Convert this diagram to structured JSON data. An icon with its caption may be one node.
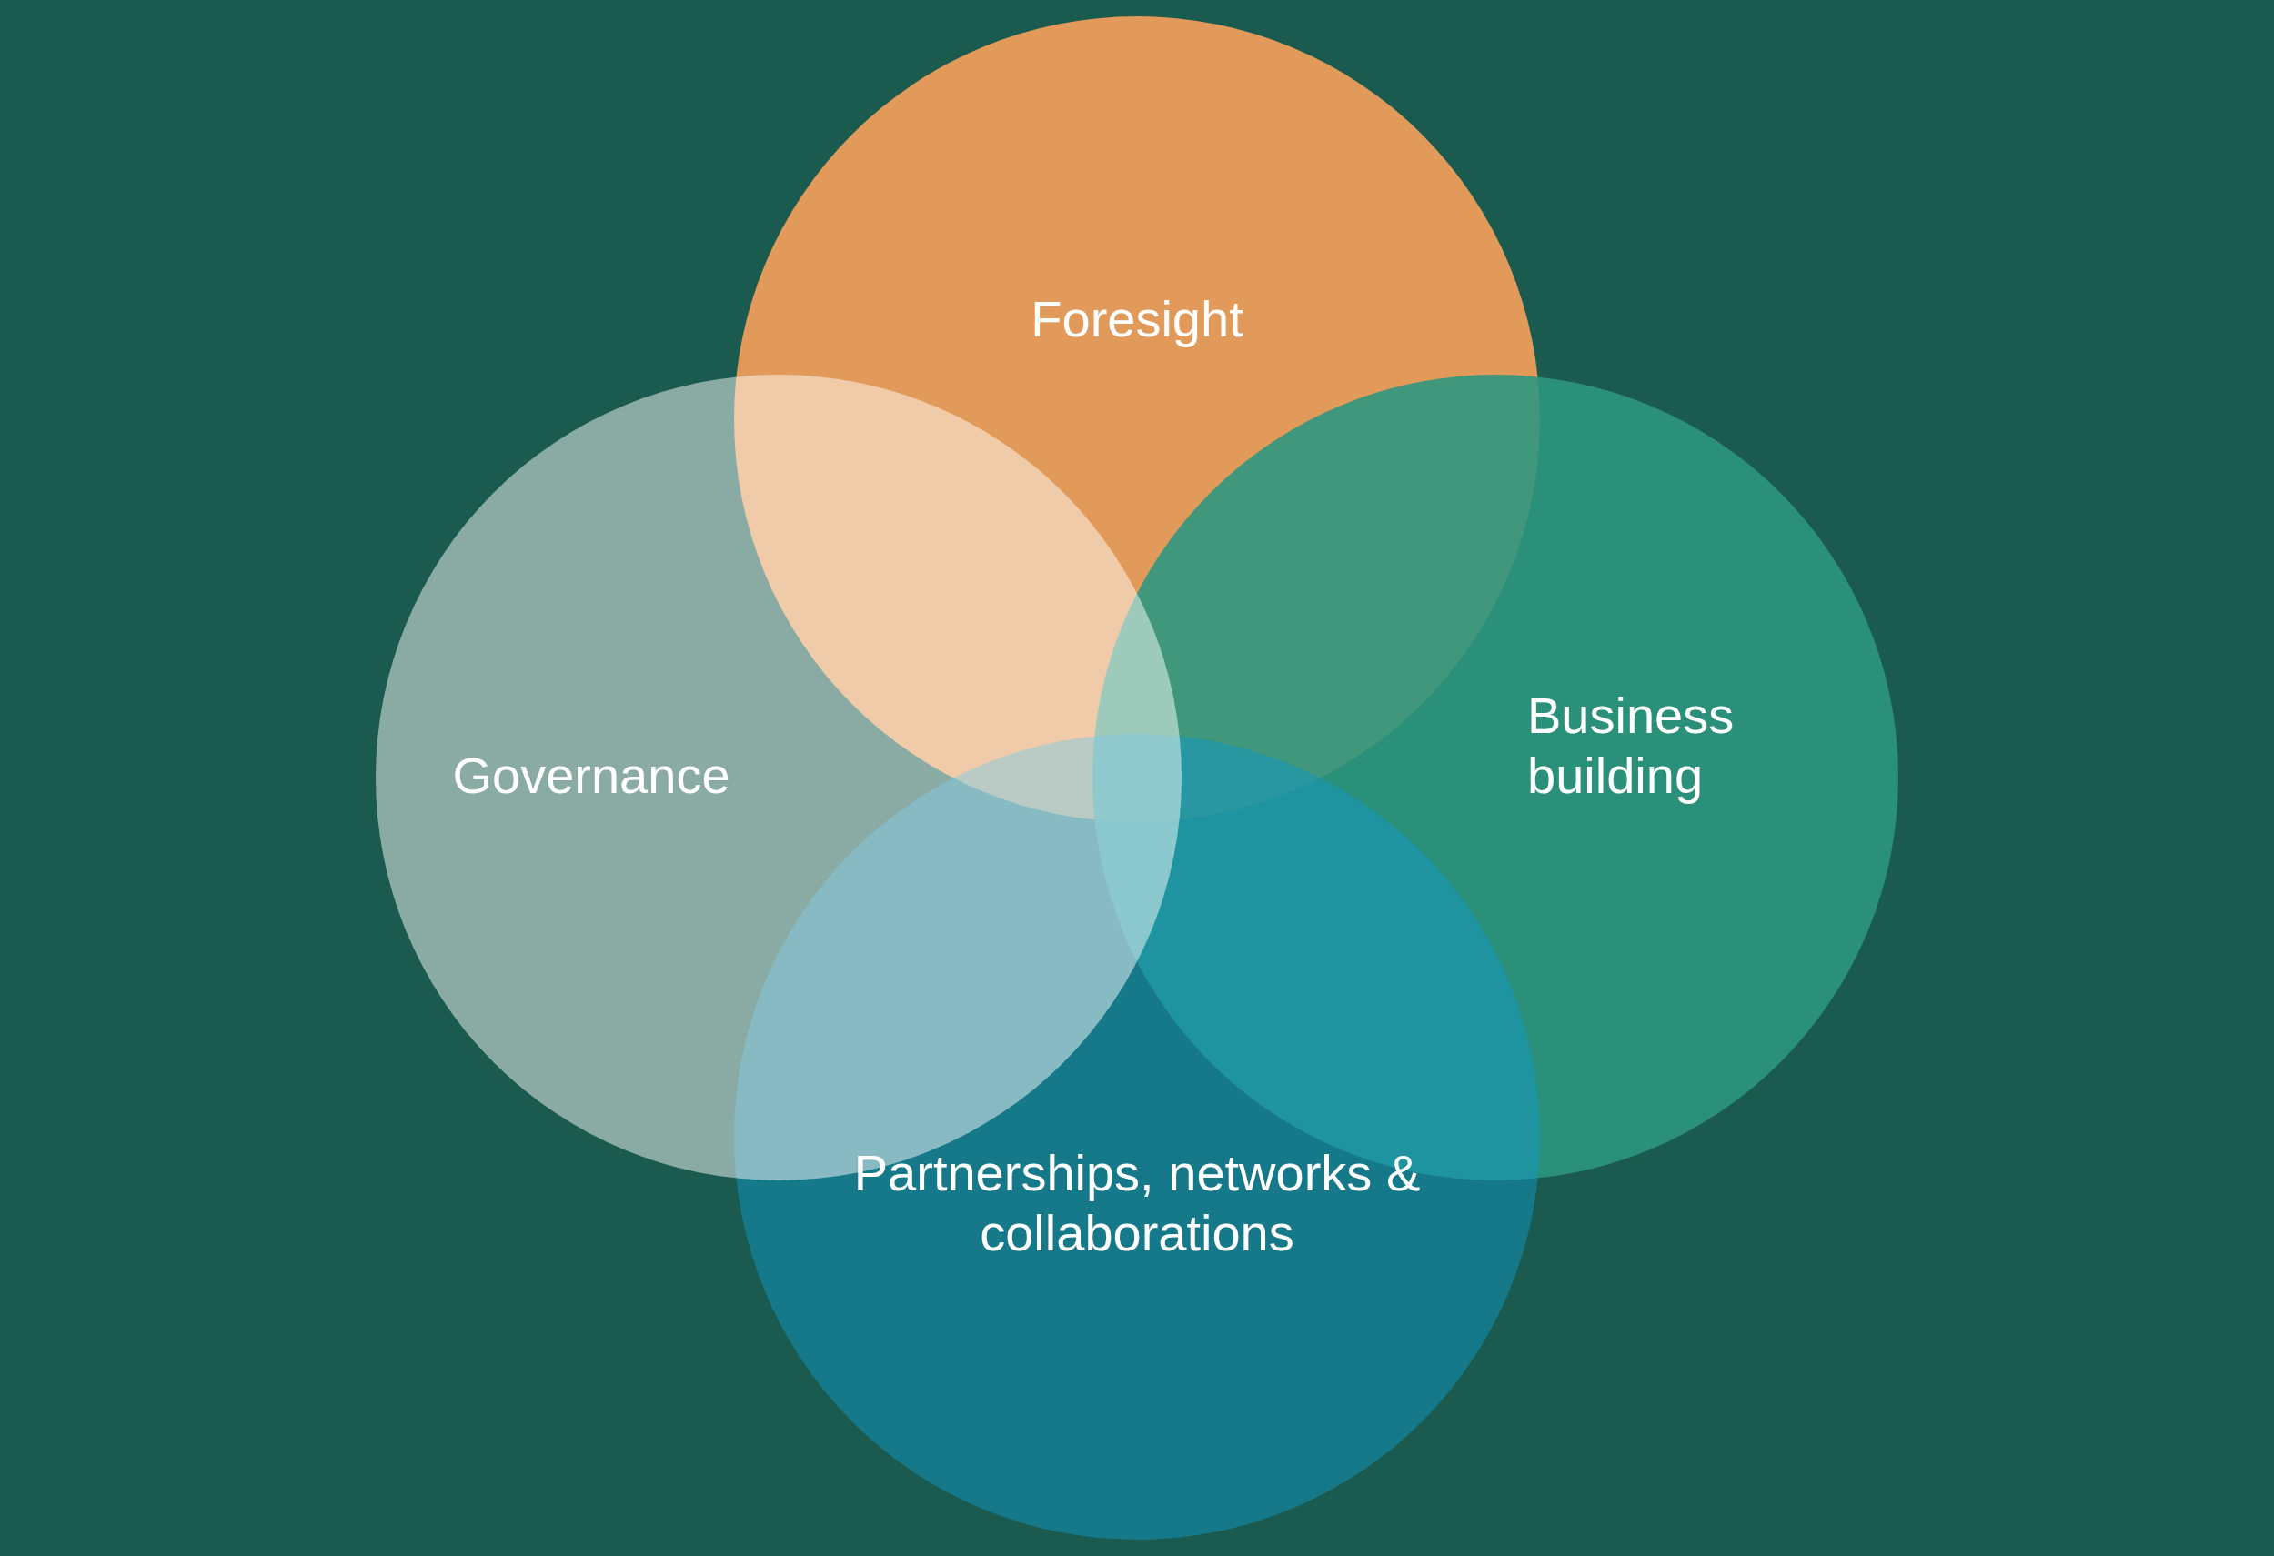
{
  "diagram": {
    "nodes": [
      {
        "text": [
          "Foresight"
        ]
      },
      {
        "text": [
          "Business building"
        ]
      },
      {
        "text": [
          "Partnerships, networks & collaborations"
        ]
      },
      {
        "text": [
          "Governance"
        ]
      }
    ]
  }
}
